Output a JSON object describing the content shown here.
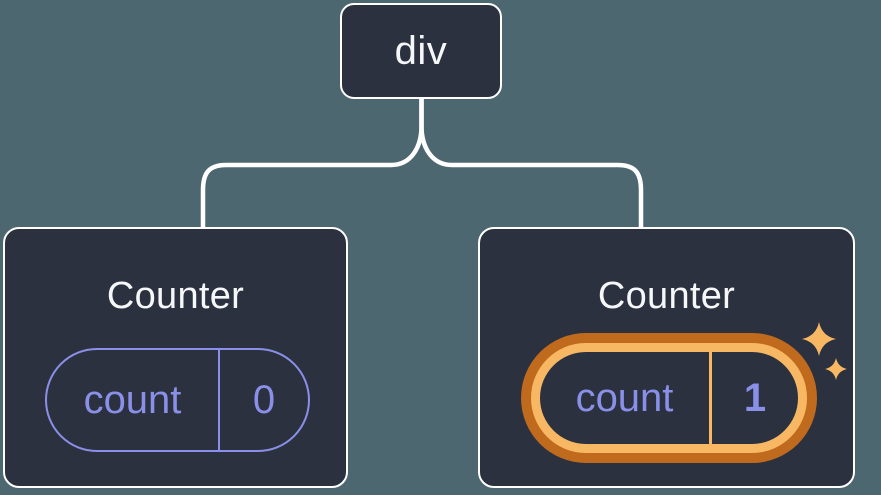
{
  "diagram": {
    "type": "component-tree",
    "root_node": {
      "label": "div"
    },
    "children": [
      {
        "title": "Counter",
        "state_pill": {
          "label": "count",
          "value": "0",
          "highlighted": false
        }
      },
      {
        "title": "Counter",
        "state_pill": {
          "label": "count",
          "value": "1",
          "highlighted": true
        },
        "decoration": "sparkles-icon"
      }
    ]
  },
  "colors": {
    "background": "#4D6770",
    "node_fill": "#2B313F",
    "node_border": "#FFFFFF",
    "text": "#F6F7F9",
    "accent_purple": "#8A90E8",
    "highlight_outer_orange": "#C06A1E",
    "highlight_inner_orange": "#F8B863",
    "connector": "#FFFFFF"
  }
}
